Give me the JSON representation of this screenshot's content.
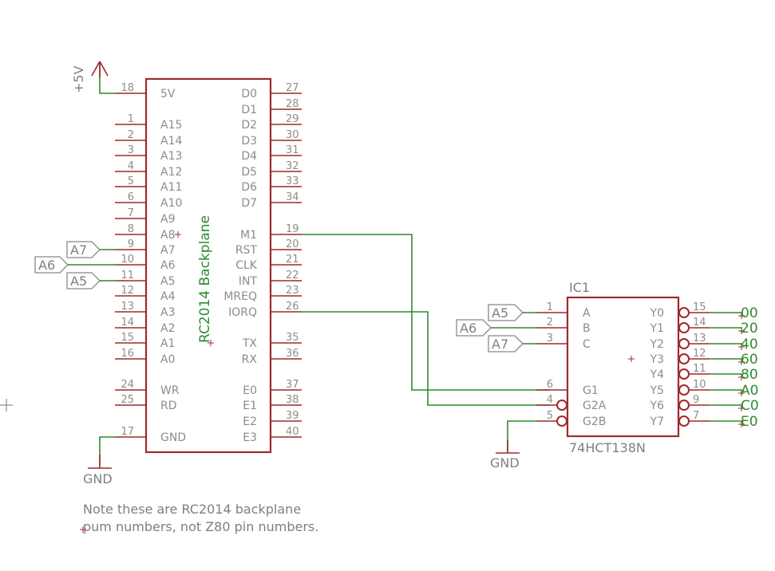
{
  "backplane": {
    "label": "RC2014 Backplane",
    "left_pins": [
      {
        "num": "18",
        "name": "5V"
      },
      {
        "num": "1",
        "name": "A15"
      },
      {
        "num": "2",
        "name": "A14"
      },
      {
        "num": "3",
        "name": "A13"
      },
      {
        "num": "4",
        "name": "A12"
      },
      {
        "num": "5",
        "name": "A11"
      },
      {
        "num": "6",
        "name": "A10"
      },
      {
        "num": "7",
        "name": "A9"
      },
      {
        "num": "8",
        "name": "A8"
      },
      {
        "num": "9",
        "name": "A7"
      },
      {
        "num": "10",
        "name": "A6"
      },
      {
        "num": "11",
        "name": "A5"
      },
      {
        "num": "12",
        "name": "A4"
      },
      {
        "num": "13",
        "name": "A3"
      },
      {
        "num": "14",
        "name": "A2"
      },
      {
        "num": "15",
        "name": "A1"
      },
      {
        "num": "16",
        "name": "A0"
      },
      {
        "num": "24",
        "name": "WR"
      },
      {
        "num": "25",
        "name": "RD"
      },
      {
        "num": "17",
        "name": "GND"
      }
    ],
    "right_pins": [
      {
        "num": "27",
        "name": "D0"
      },
      {
        "num": "28",
        "name": "D1"
      },
      {
        "num": "29",
        "name": "D2"
      },
      {
        "num": "30",
        "name": "D3"
      },
      {
        "num": "31",
        "name": "D4"
      },
      {
        "num": "32",
        "name": "D5"
      },
      {
        "num": "33",
        "name": "D6"
      },
      {
        "num": "34",
        "name": "D7"
      },
      {
        "num": "19",
        "name": "M1"
      },
      {
        "num": "20",
        "name": "RST"
      },
      {
        "num": "21",
        "name": "CLK"
      },
      {
        "num": "22",
        "name": "INT"
      },
      {
        "num": "23",
        "name": "MREQ"
      },
      {
        "num": "26",
        "name": "IORQ"
      },
      {
        "num": "35",
        "name": "TX"
      },
      {
        "num": "36",
        "name": "RX"
      },
      {
        "num": "37",
        "name": "E0"
      },
      {
        "num": "38",
        "name": "E1"
      },
      {
        "num": "39",
        "name": "E2"
      },
      {
        "num": "40",
        "name": "E3"
      }
    ]
  },
  "ic1": {
    "name": "IC1",
    "value": "74HCT138N",
    "left_pins": [
      {
        "num": "1",
        "name": "A"
      },
      {
        "num": "2",
        "name": "B"
      },
      {
        "num": "3",
        "name": "C"
      },
      {
        "num": "6",
        "name": "G1"
      },
      {
        "num": "4",
        "name": "G2A"
      },
      {
        "num": "5",
        "name": "G2B"
      }
    ],
    "right_pins": [
      {
        "num": "15",
        "name": "Y0"
      },
      {
        "num": "14",
        "name": "Y1"
      },
      {
        "num": "13",
        "name": "Y2"
      },
      {
        "num": "12",
        "name": "Y3"
      },
      {
        "num": "11",
        "name": "Y4"
      },
      {
        "num": "10",
        "name": "Y5"
      },
      {
        "num": "9",
        "name": "Y6"
      },
      {
        "num": "7",
        "name": "Y7"
      }
    ],
    "output_labels": [
      "00",
      "20",
      "40",
      "60",
      "80",
      "A0",
      "C0",
      "E0"
    ]
  },
  "net_flags": {
    "bp_a7": "A7",
    "bp_a6": "A6",
    "bp_a5": "A5",
    "ic_a5": "A5",
    "ic_a6": "A6",
    "ic_a7": "A7"
  },
  "supplies": {
    "vcc": "+5V",
    "gnd_left": "GND",
    "gnd_right": "GND"
  },
  "note": {
    "line1": "Note these are RC2014 backplane",
    "line2": "pum numbers, not Z80 pin numbers."
  }
}
